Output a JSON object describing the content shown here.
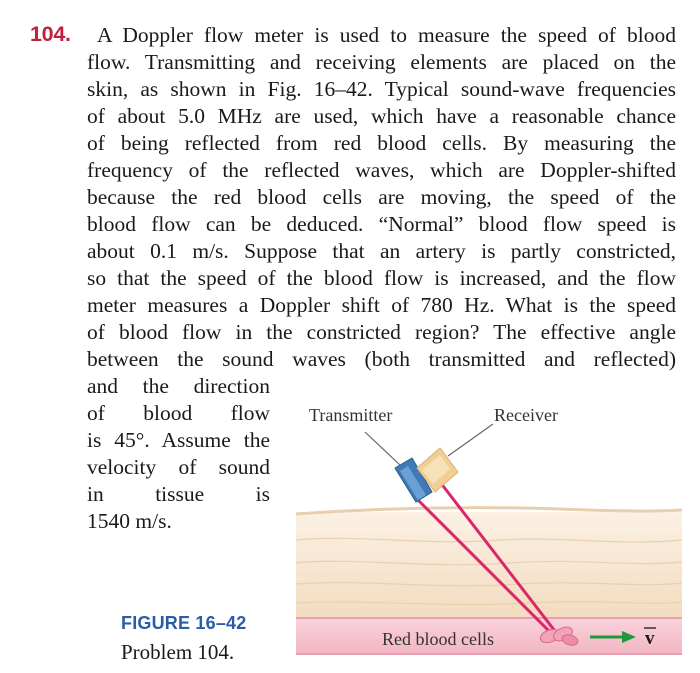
{
  "problem": {
    "number": "104.",
    "lines": [
      "A Doppler flow meter is used to measure the speed of blood",
      "flow. Transmitting and receiving elements are placed on the",
      "skin, as shown in Fig. 16–42. Typical sound-wave frequencies",
      "of about 5.0 MHz are used, which have a reasonable chance",
      "of being reflected from red blood cells. By measuring the",
      "frequency of the reflected waves, which are Doppler-shifted",
      "because the red blood cells are moving, the speed of the",
      "blood flow can be deduced. “Normal” blood flow speed is",
      "about 0.1 m/s. Suppose that an artery is partly constricted,",
      "so that the speed of the blood flow is increased, and the flow",
      "meter measures a Doppler shift of 780 Hz. What is the speed",
      "of blood flow in the constricted region? The effective angle",
      "between the sound waves (both transmitted and reflected)",
      "and the direction",
      "of blood flow",
      "is 45°. Assume the",
      "velocity of sound",
      "in tissue is",
      "1540 m/s."
    ]
  },
  "figure": {
    "caption_title": "FIGURE 16–42",
    "caption_sub": "Problem 104.",
    "labels": {
      "transmitter": "Transmitter",
      "receiver": "Receiver",
      "red_blood_cells": "Red blood cells",
      "velocity_symbol": "v"
    },
    "colors": {
      "skin_top": "#f6e7d2",
      "tissue": "#f4dcc0",
      "artery": "#f6c4cf",
      "beam": "#d8286a",
      "arrow": "#1f9a3a",
      "transmitter": "#3f79b8",
      "receiver": "#f0cf95"
    }
  }
}
